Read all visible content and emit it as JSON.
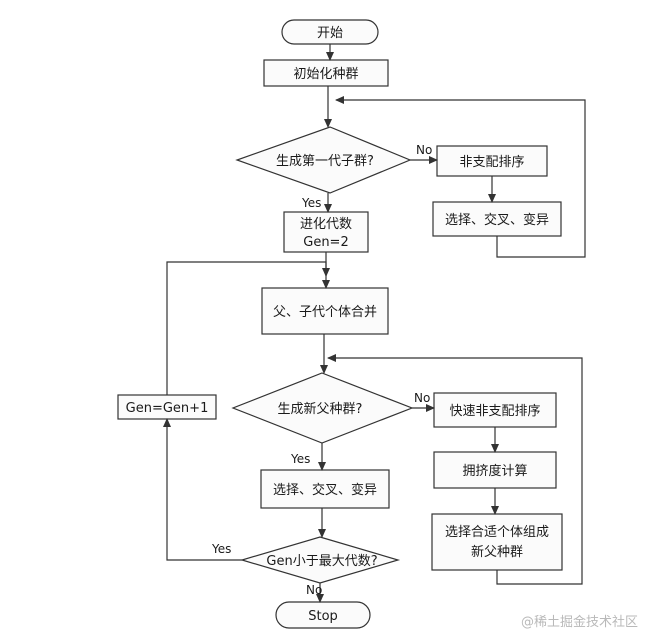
{
  "nodes": {
    "start": "开始",
    "init_population": "初始化种群",
    "is_first_gen": "生成第一代子群?",
    "nondominated_sort": "非支配排序",
    "select_cross_mutate_1": "选择、交叉、变异",
    "evolve_gen_line1": "进化代数",
    "evolve_gen_line2": "Gen=2",
    "merge": "父、子代个体合并",
    "is_new_parent": "生成新父种群?",
    "fast_nondominated_sort": "快速非支配排序",
    "crowding_distance": "拥挤度计算",
    "select_individuals_line1": "选择合适个体组成",
    "select_individuals_line2": "新父种群",
    "select_cross_mutate_2": "选择、交叉、变异",
    "gen_less_max": "Gen小于最大代数?",
    "gen_increment": "Gen=Gen+1",
    "stop": "Stop"
  },
  "labels": {
    "no1": "No",
    "yes1": "Yes",
    "no2": "No",
    "yes2": "Yes",
    "yes3": "Yes",
    "no3": "No"
  },
  "watermark": "@稀土掘金技术社区"
}
